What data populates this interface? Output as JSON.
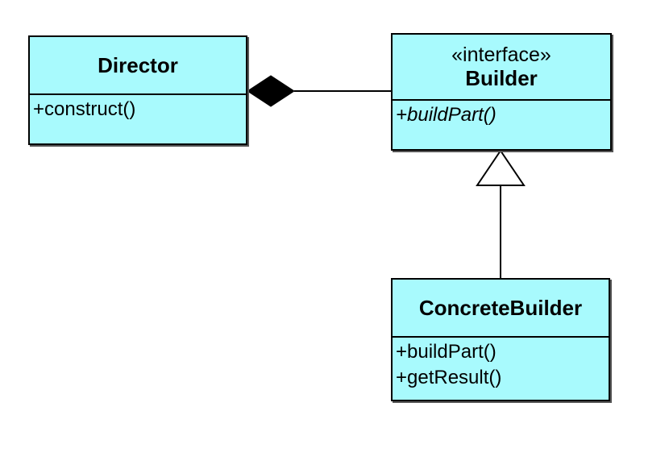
{
  "diagram": {
    "classes": {
      "director": {
        "name": "Director",
        "operations": [
          "+construct()"
        ]
      },
      "builder": {
        "stereotype": "«interface»",
        "name": "Builder",
        "operations": [
          "+buildPart()"
        ]
      },
      "concrete_builder": {
        "name": "ConcreteBuilder",
        "operations": [
          "+buildPart()",
          "+getResult()"
        ]
      }
    },
    "relationships": [
      {
        "type": "composition",
        "from": "Director",
        "to": "Builder"
      },
      {
        "type": "realization",
        "from": "ConcreteBuilder",
        "to": "Builder"
      }
    ],
    "colors": {
      "class_fill": "#a8fafd",
      "line": "#000000"
    }
  }
}
